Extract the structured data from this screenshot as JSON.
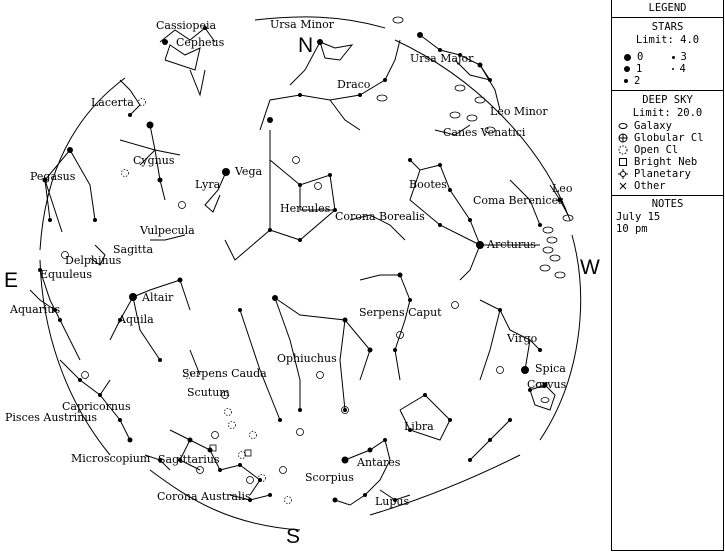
{
  "directions": {
    "north": "N",
    "south": "S",
    "east": "E",
    "west": "W"
  },
  "constellations": [
    "Cassiopeia",
    "Cepheus",
    "Ursa Minor",
    "Ursa Major",
    "Lacerta",
    "Draco",
    "Leo Minor",
    "Canes Venatici",
    "Cygnus",
    "Pegasus",
    "Lyra",
    "Vega",
    "Bootes",
    "Leo",
    "Coma Berenices",
    "Hercules",
    "Corona Borealis",
    "Vulpecula",
    "Sagitta",
    "Delphinus",
    "Equuleus",
    "Arcturus",
    "Altair",
    "Aquarius",
    "Aquila",
    "Serpens Caput",
    "Virgo",
    "Ophiuchus",
    "Serpens Cauda",
    "Scutum",
    "Spica",
    "Corvus",
    "Capricornus",
    "Pisces Austrinus",
    "Libra",
    "Microscopium",
    "Sagittarius",
    "Antares",
    "Scorpius",
    "Corona Australis",
    "Lupus"
  ],
  "legend": {
    "title": "LEGEND",
    "stars_title": "STARS",
    "stars_limit": "Limit: 4.0",
    "magnitudes": [
      "0",
      "3",
      "1",
      "4",
      "2"
    ],
    "deepsky_title": "DEEP SKY",
    "deepsky_limit": "Limit: 20.0",
    "deepsky_items": [
      {
        "symbol": "ellipse-icon",
        "label": "Galaxy"
      },
      {
        "symbol": "crossed-circle-icon",
        "label": "Globular Cl"
      },
      {
        "symbol": "dotted-circle-icon",
        "label": "Open Cl"
      },
      {
        "symbol": "square-icon",
        "label": "Bright Neb"
      },
      {
        "symbol": "planetary-icon",
        "label": "Planetary"
      },
      {
        "symbol": "x-icon",
        "label": "Other"
      }
    ],
    "notes_title": "NOTES",
    "notes_lines": [
      "July 15",
      "10 pm"
    ]
  }
}
